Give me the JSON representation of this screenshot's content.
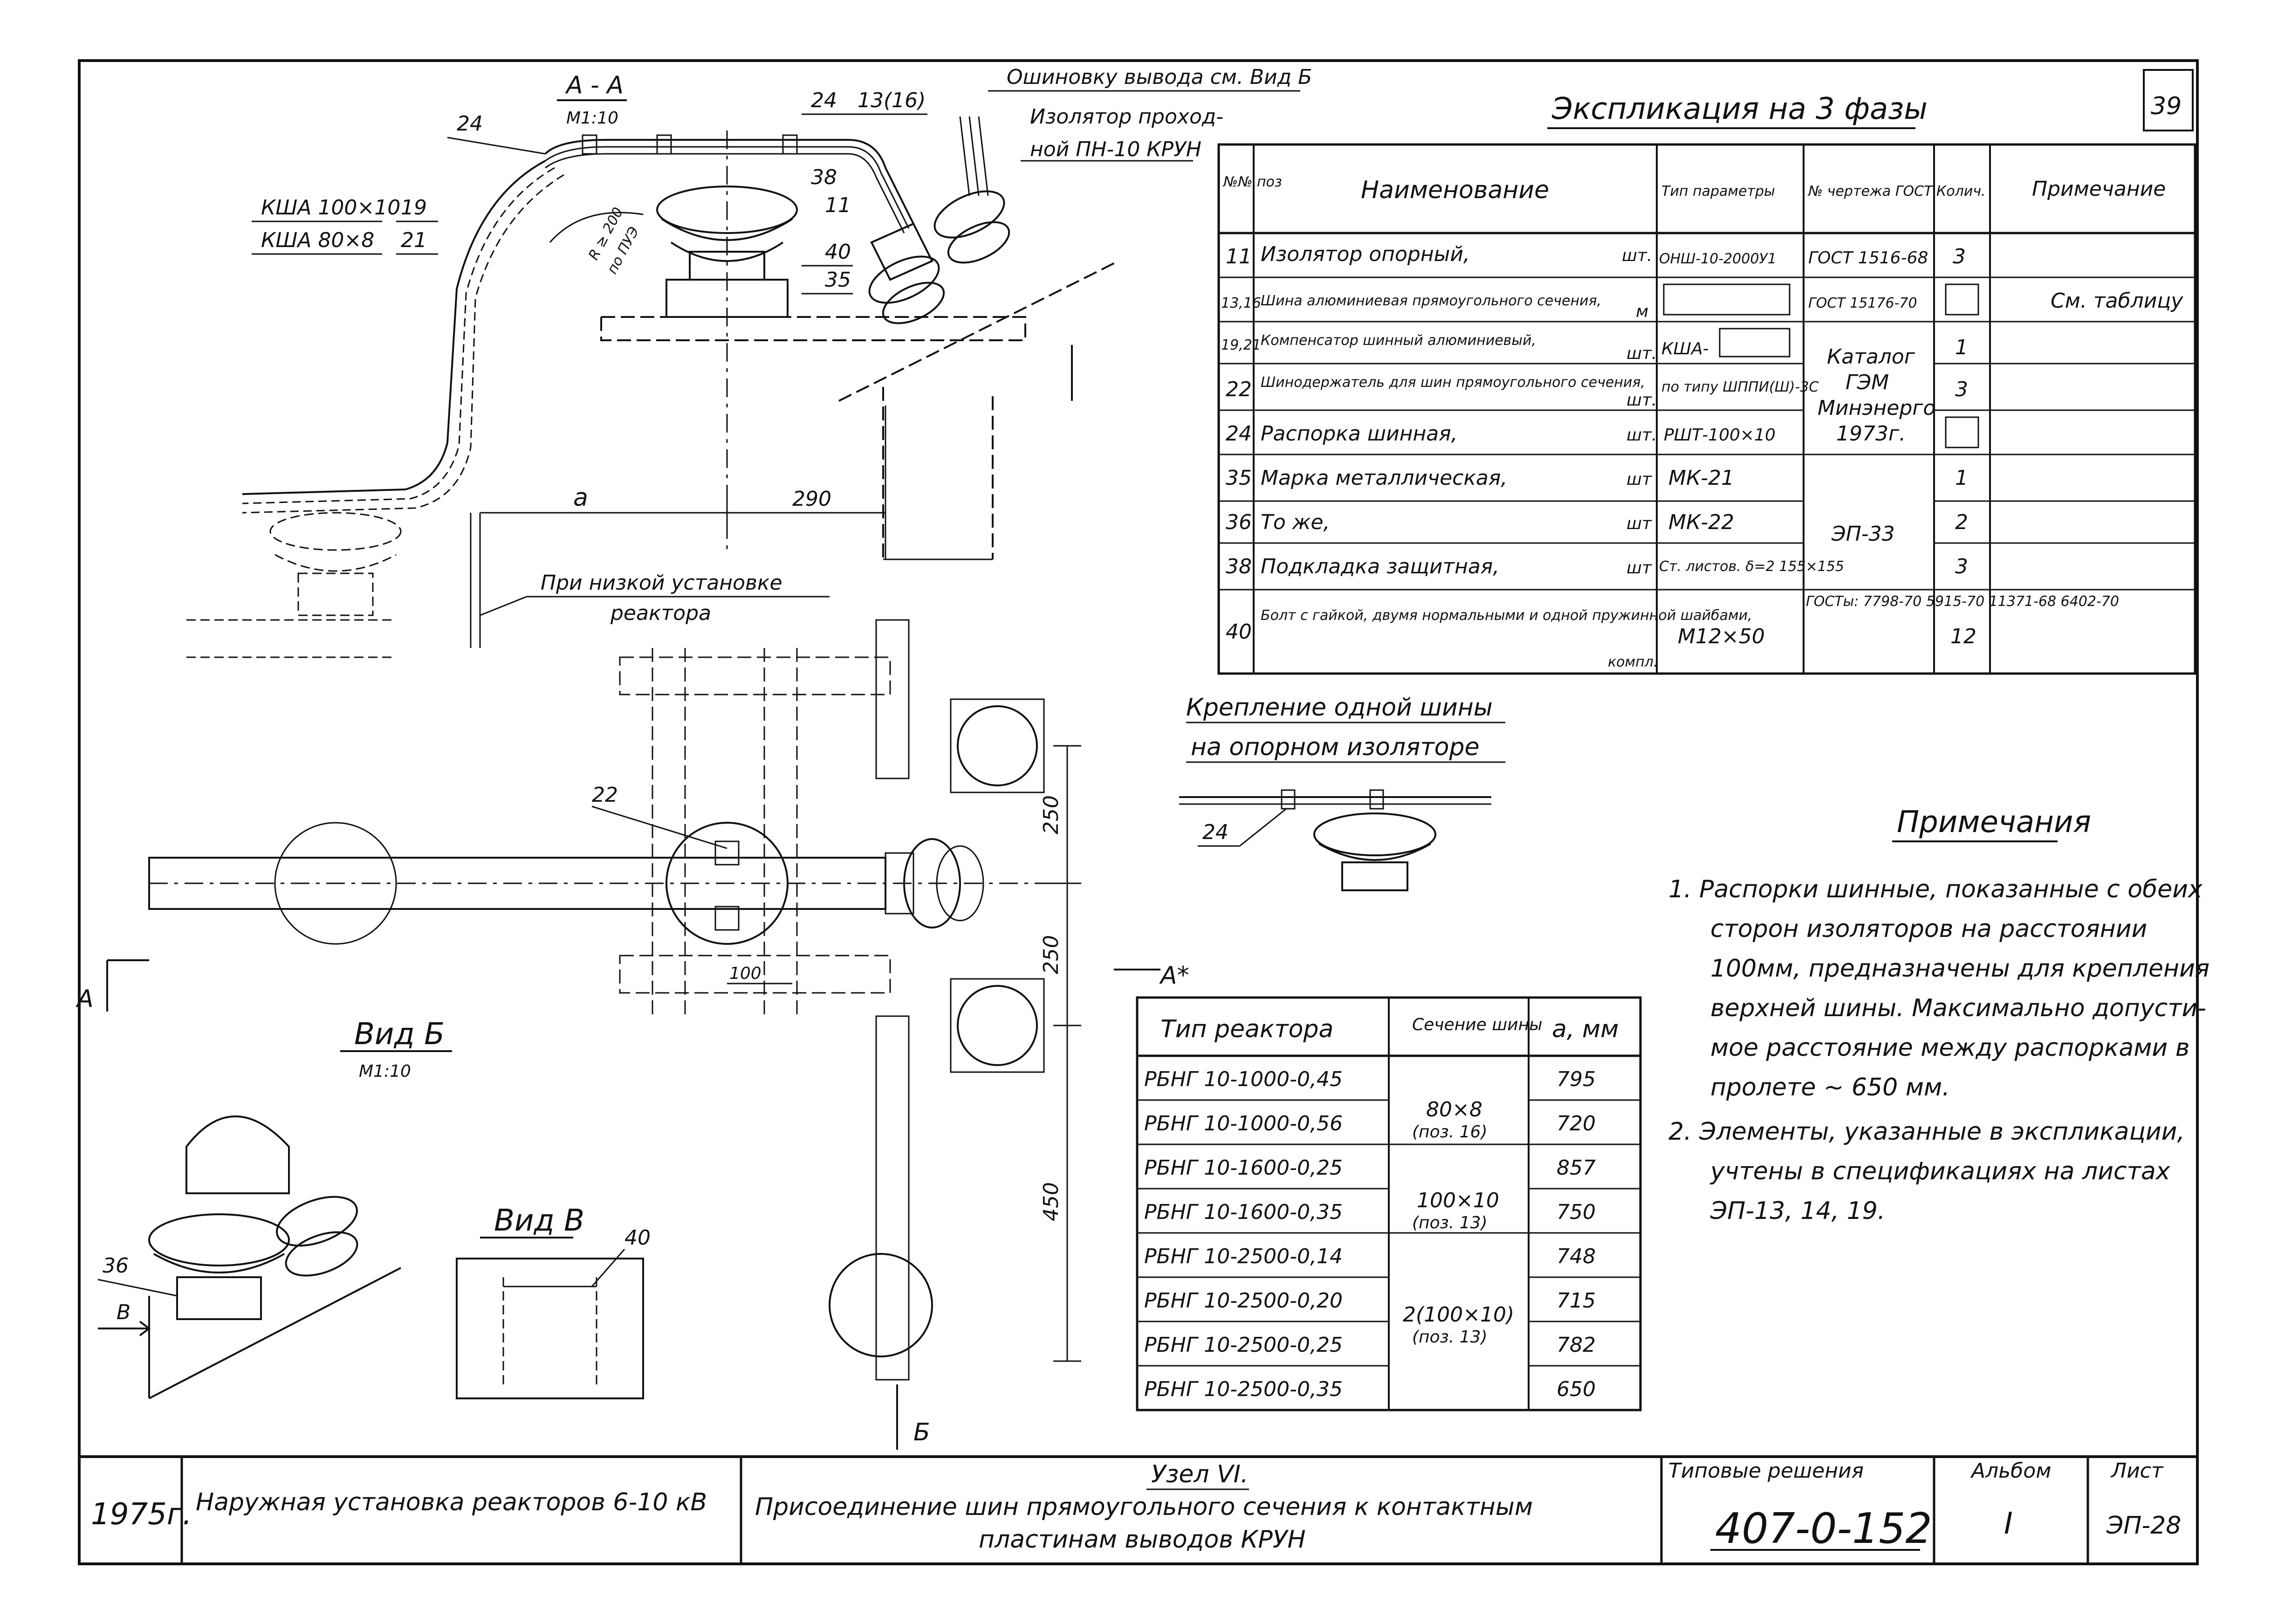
{
  "page_number": "39",
  "section_aa": {
    "title": "А - А",
    "scale": "М1:10"
  },
  "labels": {
    "l24": "24",
    "l1316": "13(16)",
    "l38": "38",
    "l11": "11",
    "l40": "40",
    "l35": "35",
    "l19": "19",
    "l21": "21",
    "l22": "22",
    "l36": "36",
    "lB": "В",
    "l24b": "24",
    "l40b": "40"
  },
  "busbar_note": "Ошиновку вывода см. Вид Б",
  "insulator_note": [
    "Изолятор проход-",
    "ной ПН-10 КРУН"
  ],
  "compensators": [
    "КША 100×10",
    "КША 80×8"
  ],
  "radius": [
    "R ≥ 200",
    "по ПУЭ"
  ],
  "dims": {
    "a": "а",
    "d290": "290",
    "d250a": "250",
    "d250b": "250",
    "d100": "100",
    "d450": "450"
  },
  "low_install": [
    "При низкой установке",
    "реактора"
  ],
  "view_b": {
    "title": "Вид Б",
    "scale": "М1:10"
  },
  "view_v": {
    "title": "Вид В"
  },
  "marks": {
    "A_left": "А",
    "A_right": "А*",
    "B_bottom": "Б"
  },
  "explication": {
    "title": "Экспликация на 3 фазы",
    "headers": [
      "№№ поз",
      "Наименование",
      "Тип параметры",
      "№ чертежа ГОСТ",
      "Колич.",
      "Примечание"
    ],
    "rows": [
      {
        "pos": "11",
        "name": "Изолятор опорный,",
        "unit": "шт.",
        "type": "ОНШ-10-2000У1",
        "gost": "ГОСТ 1516-68",
        "qty": "3",
        "note": ""
      },
      {
        "pos": "13,16",
        "name": "Шина алюминиевая прямоугольного сечения,",
        "unit": "м",
        "type": "",
        "gost": "ГОСТ 15176-70",
        "qty": "",
        "note": "См. таблицу"
      },
      {
        "pos": "19,21",
        "name": "Компенсатор шинный алюминиевый,",
        "unit": "шт.",
        "type": "КША-",
        "gost": "",
        "qty": "1",
        "note": ""
      },
      {
        "pos": "22",
        "name": "Шинодержатель для шин прямоугольного сечения,",
        "unit": "шт.",
        "type": "по типу ШППИ(Ш)-3С",
        "gost": "",
        "qty": "3",
        "note": ""
      },
      {
        "pos": "24",
        "name": "Распорка шинная,",
        "unit": "шт.",
        "type": "РШТ-100×10",
        "gost": "",
        "qty": "",
        "note": ""
      },
      {
        "pos": "35",
        "name": "Марка металлическая,",
        "unit": "шт",
        "type": "МК-21",
        "gost": "",
        "qty": "1",
        "note": ""
      },
      {
        "pos": "36",
        "name": "То же,",
        "unit": "шт",
        "type": "МК-22",
        "gost": "ЭП-33",
        "qty": "2",
        "note": ""
      },
      {
        "pos": "38",
        "name": "Подкладка защитная,",
        "unit": "шт",
        "type": "Ст. листов. δ=2 155×155",
        "gost": "",
        "qty": "3",
        "note": ""
      },
      {
        "pos": "40",
        "name": "Болт с гайкой, двумя нормальными и одной пружинной шайбами,",
        "unit": "компл.",
        "type": "М12×50",
        "gost": "ГОСТы: 7798-70 5915-70 11371-68 6402-70",
        "qty": "12",
        "note": ""
      }
    ],
    "catalog": [
      "Каталог",
      "ГЭМ",
      "Минэнерго",
      "1973г."
    ]
  },
  "single_bus": [
    "Крепление одной шины",
    "на опорном изоляторе"
  ],
  "notes": {
    "title": "Примечания",
    "lines": [
      "1. Распорки шинные, показанные с обеих",
      "сторон изоляторов на расстоянии",
      "100мм, предназначены для крепления",
      "верхней шины. Максимально допусти-",
      "мое расстояние между распорками в",
      "пролете ~ 650 мм.",
      "2. Элементы, указанные в экспликации,",
      "учтены в спецификациях на листах",
      "ЭП-13, 14, 19."
    ]
  },
  "reactor_table": {
    "headers": [
      "Тип реактора",
      "Сечение шины",
      "а, мм"
    ],
    "rows": [
      {
        "type": "РБНГ 10-1000-0,45",
        "a": "795"
      },
      {
        "type": "РБНГ 10-1000-0,56",
        "a": "720"
      },
      {
        "type": "РБНГ 10-1600-0,25",
        "a": "857"
      },
      {
        "type": "РБНГ 10-1600-0,35",
        "a": "750"
      },
      {
        "type": "РБНГ 10-2500-0,14",
        "a": "748"
      },
      {
        "type": "РБНГ 10-2500-0,20",
        "a": "715"
      },
      {
        "type": "РБНГ 10-2500-0,25",
        "a": "782"
      },
      {
        "type": "РБНГ 10-2500-0,35",
        "a": "650"
      }
    ],
    "sections": [
      {
        "lines": [
          "80×8",
          "(поз. 16)"
        ]
      },
      {
        "lines": [
          "100×10",
          "(поз. 13)"
        ]
      },
      {
        "lines": [
          "2(100×10)",
          "(поз. 13)"
        ]
      }
    ]
  },
  "title_block": {
    "year": "1975г.",
    "object": "Наружная установка реакторов 6-10 кВ",
    "node": "Узел VI.",
    "desc1": "Присоединение шин прямоугольного сечения к контактным",
    "desc2": "пластинам выводов КРУН",
    "typical_label": "Типовые решения",
    "typical_value": "407-0-152",
    "album_label": "Альбом",
    "album_value": "I",
    "sheet_label": "Лист",
    "sheet_value": "ЭП-28"
  }
}
